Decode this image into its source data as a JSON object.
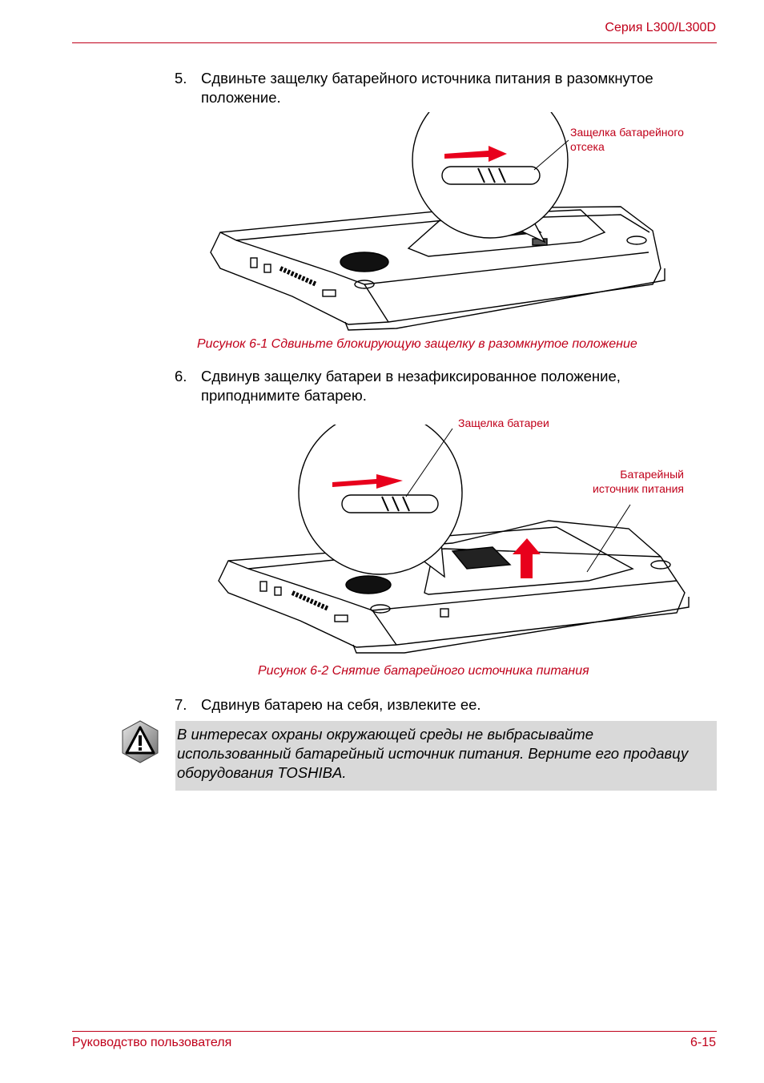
{
  "header": {
    "title": "Серия L300/L300D"
  },
  "steps": [
    {
      "number": "5.",
      "text": "Сдвиньте защелку батарейного источника питания в разомкнутое положение."
    },
    {
      "number": "6.",
      "text": "Сдвинув защелку батареи в незафиксированное положение, приподнимите батарею."
    },
    {
      "number": "7.",
      "text": "Сдвинув батарею на себя, извлеките ее."
    }
  ],
  "figure1": {
    "callout_line1": "Защелка батарейного",
    "callout_line2": "отсека",
    "caption": "Рисунок 6-1 Сдвиньте блокирующую защелку в разомкнутое положение"
  },
  "figure2": {
    "callout_latch": "Защелка батареи",
    "callout_battery_line1": "Батарейный",
    "callout_battery_line2": "источник питания",
    "caption": "Рисунок 6-2 Снятие батарейного источника питания"
  },
  "note": {
    "icon": "warning-icon",
    "text": "В интересах охраны окружающей среды не выбрасывайте использованный батарейный источник питания. Верните его продавцу оборудования TOSHIBA."
  },
  "footer": {
    "left": "Руководство пользователя",
    "right": "6-15"
  },
  "colors": {
    "accent": "#c0001a",
    "note_bg": "#d9d9d9",
    "arrow": "#e8001c"
  }
}
